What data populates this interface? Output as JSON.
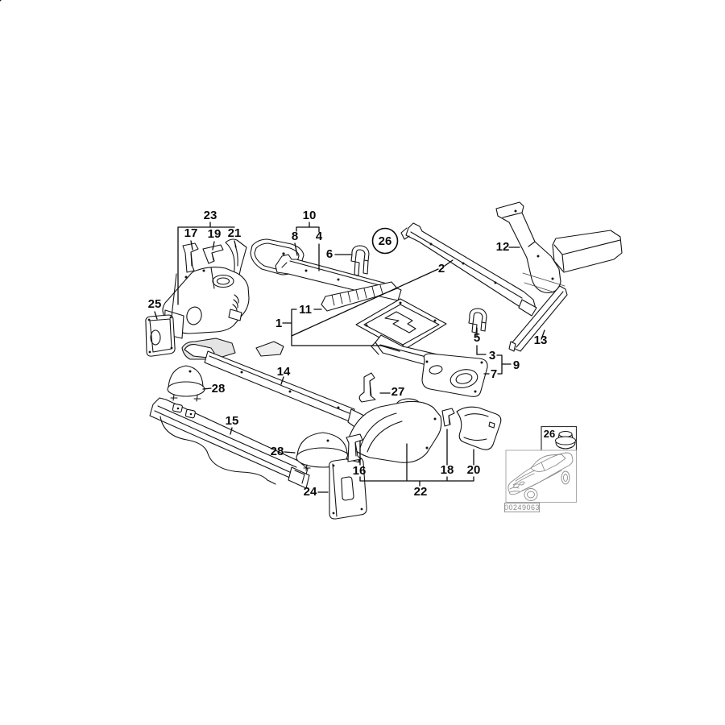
{
  "diagram": {
    "labels": {
      "n1": "1",
      "n2": "2",
      "n3": "3",
      "n4": "4",
      "n5": "5",
      "n6": "6",
      "n7": "7",
      "n8": "8",
      "n9": "9",
      "n10": "10",
      "n11": "11",
      "n12": "12",
      "n13": "13",
      "n14": "14",
      "n15": "15",
      "n16": "16",
      "n17": "17",
      "n18": "18",
      "n19": "19",
      "n20": "20",
      "n21": "21",
      "n22": "22",
      "n23": "23",
      "n24": "24",
      "n25": "25",
      "n26_circled": "26",
      "n26_inset": "26",
      "n27": "27",
      "n28_left": "28",
      "n28_right": "28"
    },
    "inset": {
      "image_code": "00249063"
    }
  }
}
